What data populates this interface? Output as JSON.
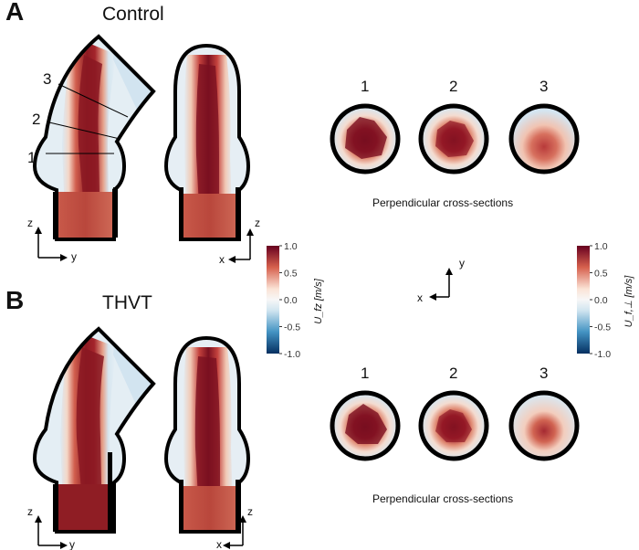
{
  "panels": {
    "a": {
      "letter": "A",
      "title": "Control",
      "section_labels": [
        "1",
        "2",
        "3"
      ],
      "circle_labels": [
        "1",
        "2",
        "3"
      ],
      "caption": "Perpendicular cross-sections",
      "axes_left": {
        "vertical": "z",
        "horizontal": "y"
      },
      "axes_right": {
        "vertical": "z",
        "horizontal": "x"
      }
    },
    "b": {
      "letter": "B",
      "title": "THVT",
      "circle_labels": [
        "1",
        "2",
        "3"
      ],
      "caption": "Perpendicular cross-sections",
      "axes_left": {
        "vertical": "z",
        "horizontal": "y"
      },
      "axes_right": {
        "vertical": "z",
        "horizontal": "x"
      }
    }
  },
  "colorbar_left": {
    "ticks": [
      "1.0",
      "0.5",
      "0.0",
      "-0.5",
      "-1.0"
    ],
    "label": "U_fz [m/s]"
  },
  "colorbar_right": {
    "ticks": [
      "1.0",
      "0.5",
      "0.0",
      "-0.5",
      "-1.0"
    ],
    "label": "U_f,⊥ [m/s]"
  },
  "center_axes": {
    "vertical": "y",
    "horizontal": "x"
  },
  "colors": {
    "high": "#67001f",
    "mid": "#f7f7f7",
    "low": "#053061",
    "outline": "#000000"
  }
}
